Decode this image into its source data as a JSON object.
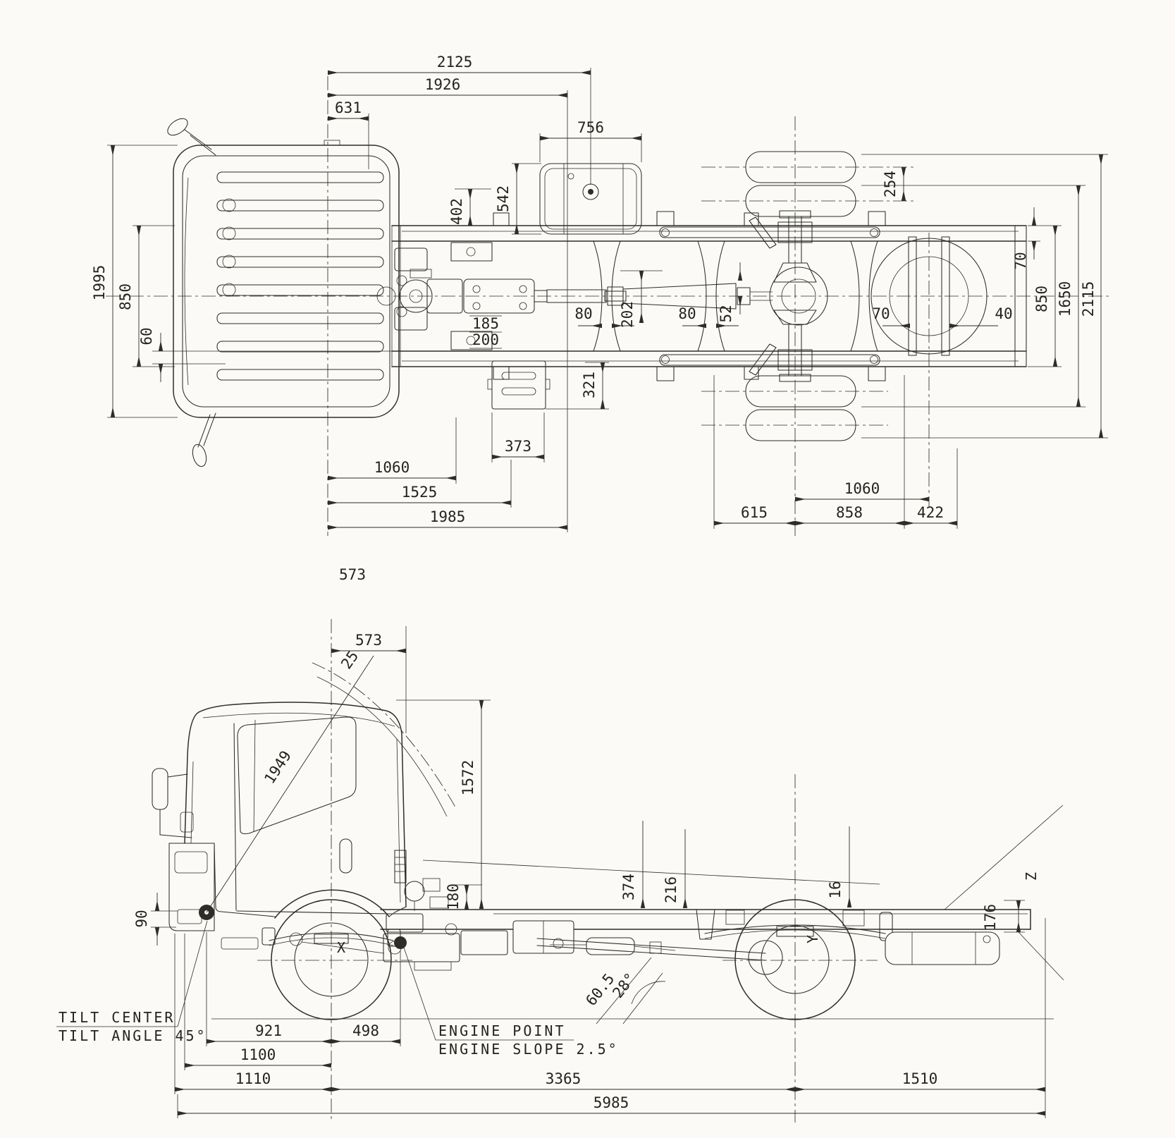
{
  "top_view": {
    "dims": {
      "w2125": "2125",
      "w1926": "1926",
      "w631": "631",
      "w756": "756",
      "h542": "542",
      "h402": "402",
      "h1995": "1995",
      "h850_left": "850",
      "h60": "60",
      "s185": "185",
      "s200": "200",
      "w80_front": "80",
      "h202": "202",
      "w80_rear": "80",
      "h52": "52",
      "h321": "321",
      "w373": "373",
      "h254": "254",
      "h70_frame": "70",
      "h850_right": "850",
      "h1650": "1650",
      "h2115": "2115",
      "w70_spare": "70",
      "w40_spare": "40",
      "w1060_front": "1060",
      "w1525": "1525",
      "w1985": "1985",
      "w615": "615",
      "w858": "858",
      "w422": "422",
      "w1060_rear": "1060",
      "note573": "573"
    }
  },
  "side_view": {
    "dims": {
      "w573": "573",
      "a25": "25",
      "d1949": "1949",
      "h1572": "1572",
      "h90": "90",
      "h180": "180",
      "h374": "374",
      "h216": "216",
      "h16": "16",
      "h176": "176",
      "a60_5": "60.5",
      "a28": "28°",
      "w921": "921",
      "w498": "498",
      "w1100": "1100",
      "w1110": "1110",
      "w3365": "3365",
      "w1510": "1510",
      "w5985": "5985"
    },
    "axis_labels": {
      "front_axle": "X",
      "rear_axle": "Y",
      "rear_angle": "Z"
    },
    "notes": {
      "tilt_line1": "TILT CENTER",
      "tilt_line2": "TILT ANGLE 45°",
      "engine_line1": "ENGINE POINT",
      "engine_line2": "ENGINE SLOPE 2.5°"
    }
  }
}
